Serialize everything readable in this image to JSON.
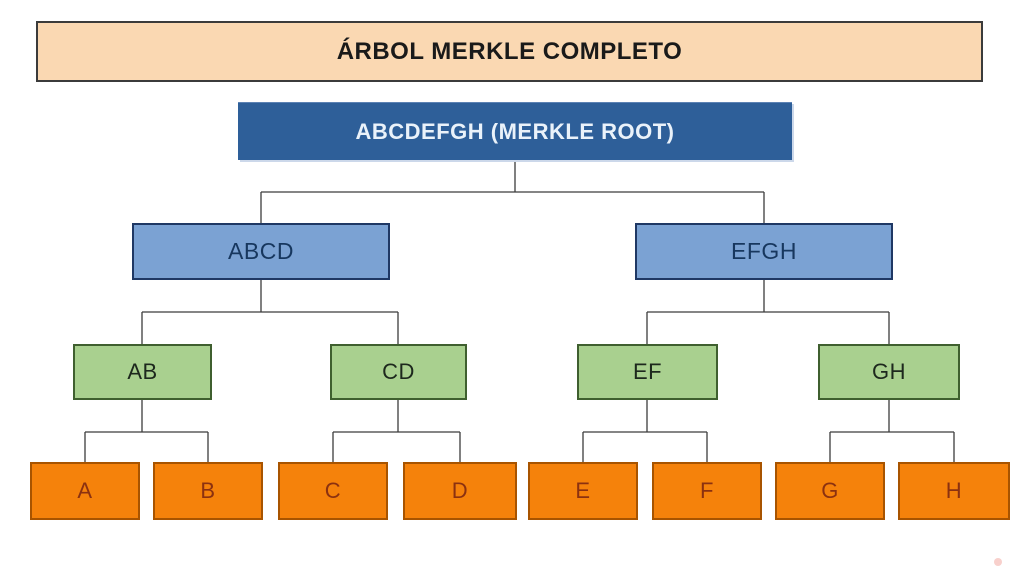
{
  "title": "ÁRBOL MERKLE COMPLETO",
  "tree": {
    "root": {
      "label": "ABCDEFGH (MERKLE ROOT)"
    },
    "level2": [
      {
        "label": "ABCD"
      },
      {
        "label": "EFGH"
      }
    ],
    "level3": [
      {
        "label": "AB"
      },
      {
        "label": "CD"
      },
      {
        "label": "EF"
      },
      {
        "label": "GH"
      }
    ],
    "leaves": [
      {
        "label": "A"
      },
      {
        "label": "B"
      },
      {
        "label": "C"
      },
      {
        "label": "D"
      },
      {
        "label": "E"
      },
      {
        "label": "F"
      },
      {
        "label": "G"
      },
      {
        "label": "H"
      }
    ]
  },
  "colors": {
    "title_fill": "#fad8b2",
    "title_border": "#3b3b3b",
    "root_fill": "#2e5f99",
    "root_text": "#eaf2fa",
    "level2_fill": "#7ba2d3",
    "level2_border": "#1f3864",
    "level2_text": "#17375e",
    "level3_fill": "#a9d08f",
    "level3_border": "#3f5f2f",
    "leaf_fill": "#f5820b",
    "leaf_border": "#a85400",
    "leaf_text": "#8b3110",
    "connector": "#3c3c3c",
    "background": "#ffffff"
  }
}
